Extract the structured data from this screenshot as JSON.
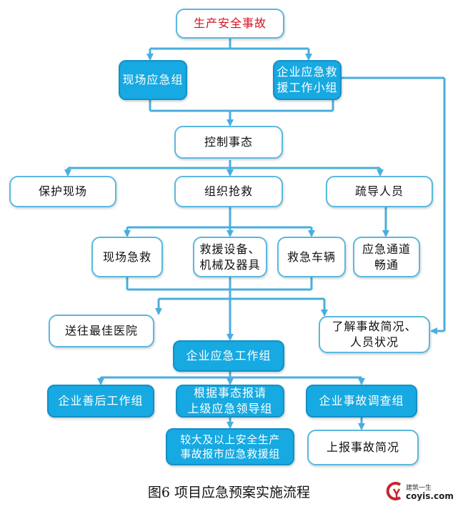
{
  "colors": {
    "accent": "#17a9e1",
    "border": "#5ab8df",
    "title_text": "#d8121f",
    "watermark": "#c4262e"
  },
  "nodes": {
    "accident": "生产安全事故",
    "onsite_team": "现场应急组",
    "enterprise_rescue_team": "企业应急救\n援工作小组",
    "control_accident": "控制事态",
    "protect_scene": "保护现场",
    "organize_rescue": "组织抢救",
    "evacuate_people": "疏导人员",
    "onsite_first_aid": "现场急救",
    "rescue_equipment": "救援设备、\n机械及器具",
    "ambulance": "救急车辆",
    "emergency_passage": "应急通道\n畅通",
    "send_hospital": "送往最佳医院",
    "understand_situation": "了解事故简况、\n人员状况",
    "enterprise_emergency_group": "企业应急工作组",
    "aftermath_group": "企业善后工作组",
    "report_leaders": "根据事态报请\n上级应急领导组",
    "investigation_group": "企业事故调查组",
    "city_rescue_group": "较大及以上安全生产\n事故报市应急救援组",
    "report_brief": "上报事故简况"
  },
  "caption": "图6  项目应急预案实施流程",
  "watermark": {
    "line1": "建筑一生",
    "line2": "coyis.com",
    "logo_icon": "cy-logo-icon"
  }
}
